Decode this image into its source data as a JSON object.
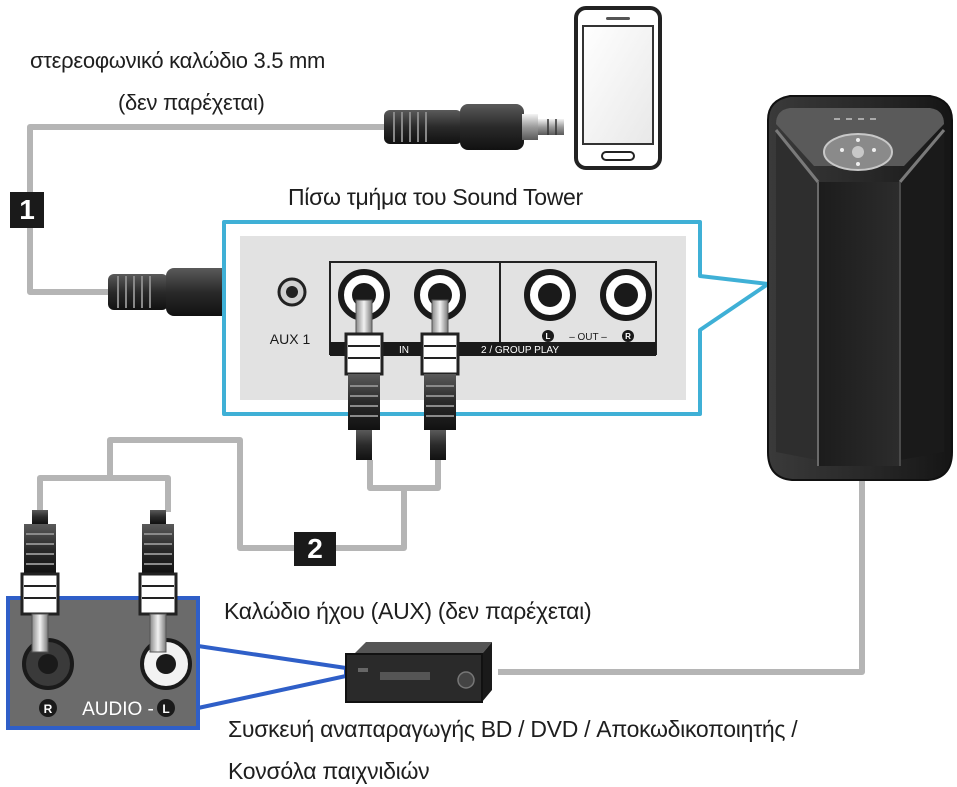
{
  "labels": {
    "stereo_cable": "στερεοφωνικό καλώδιο 3.5 mm",
    "stereo_cable_note": "(δεν παρέχεται)",
    "back_panel": "Πίσω τμήμα του Sound Tower",
    "audio_cable": "Καλώδιο ήχου (AUX) (δεν παρέχεται)",
    "device_line1": "Συσκευή αναπαραγωγής BD / DVD / Αποκωδικοποιητής /",
    "device_line2": "Κονσόλα παιχνιδιών"
  },
  "panel": {
    "aux1": "AUX 1",
    "in": "IN",
    "aux2_group": "2 / GROUP PLAY",
    "out_left": "L",
    "out_dash": "– OUT –",
    "out_right": "R"
  },
  "source_panel": {
    "right_marker": "R",
    "audio_text": "AUDIO -",
    "left_marker": "L"
  },
  "steps": [
    "1",
    "2"
  ],
  "colors": {
    "callout": "#3fb0d6",
    "cable": "#b5b5b5",
    "device_panel_border": "#2f5fc8",
    "step_box": "#1a1a1a"
  }
}
